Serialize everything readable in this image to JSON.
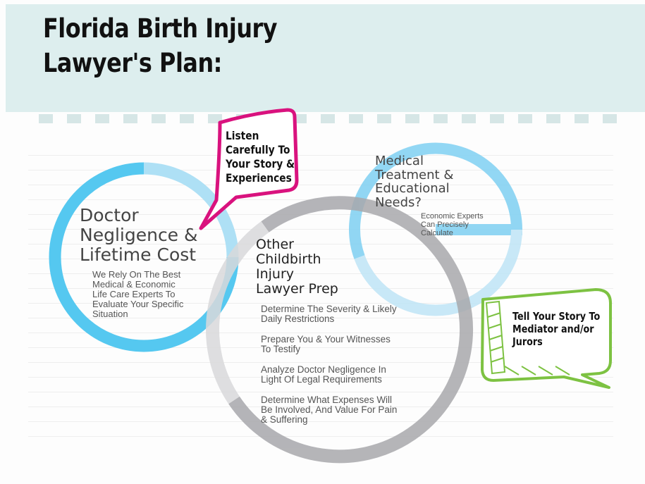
{
  "title": {
    "line1": "Florida Birth Injury",
    "line2": "Lawyer's Plan:"
  },
  "doctor_circle": {
    "heading": [
      "Doctor",
      "Negligence &",
      "Lifetime Cost"
    ],
    "body": [
      "We Rely On The Best",
      "Medical & Economic",
      "Life Care Experts To",
      "Evaluate Your Specific",
      "Situation"
    ]
  },
  "medical_circle": {
    "heading": [
      "Medical",
      "Treatment &",
      "Educational",
      "Needs?"
    ],
    "body": [
      "Economic Experts",
      "Can Precisely",
      "Calculate"
    ]
  },
  "prep_circle": {
    "heading": [
      "Other",
      "Childbirth",
      "Injury",
      "Lawyer Prep"
    ],
    "items": [
      [
        "Determine The Severity & Likely",
        "Daily Restrictions"
      ],
      [
        "Prepare You & Your Witnesses",
        "To Testify"
      ],
      [
        "Analyze Doctor Negligence In",
        "Light Of Legal Requirements"
      ],
      [
        "Determine What Expenses Will",
        "Be Involved, And Value For Pain",
        "& Suffering"
      ]
    ]
  },
  "listen_bubble": {
    "lines": [
      "Listen",
      "Carefully To",
      "Your Story &",
      "Experiences"
    ]
  },
  "mediator_bubble": {
    "lines": [
      "Tell Your Story To",
      "Mediator and/or",
      "Jurors"
    ]
  },
  "colors": {
    "header_bg": "#ddeeee",
    "blue_ring": "#55c8f0",
    "light_blue_ring": "#aee0f5",
    "gray_ring": "#a8a8ac",
    "light_gray_ring": "#d9d9db",
    "pink_bubble": "#d9127e",
    "green_bubble": "#7dc242"
  }
}
